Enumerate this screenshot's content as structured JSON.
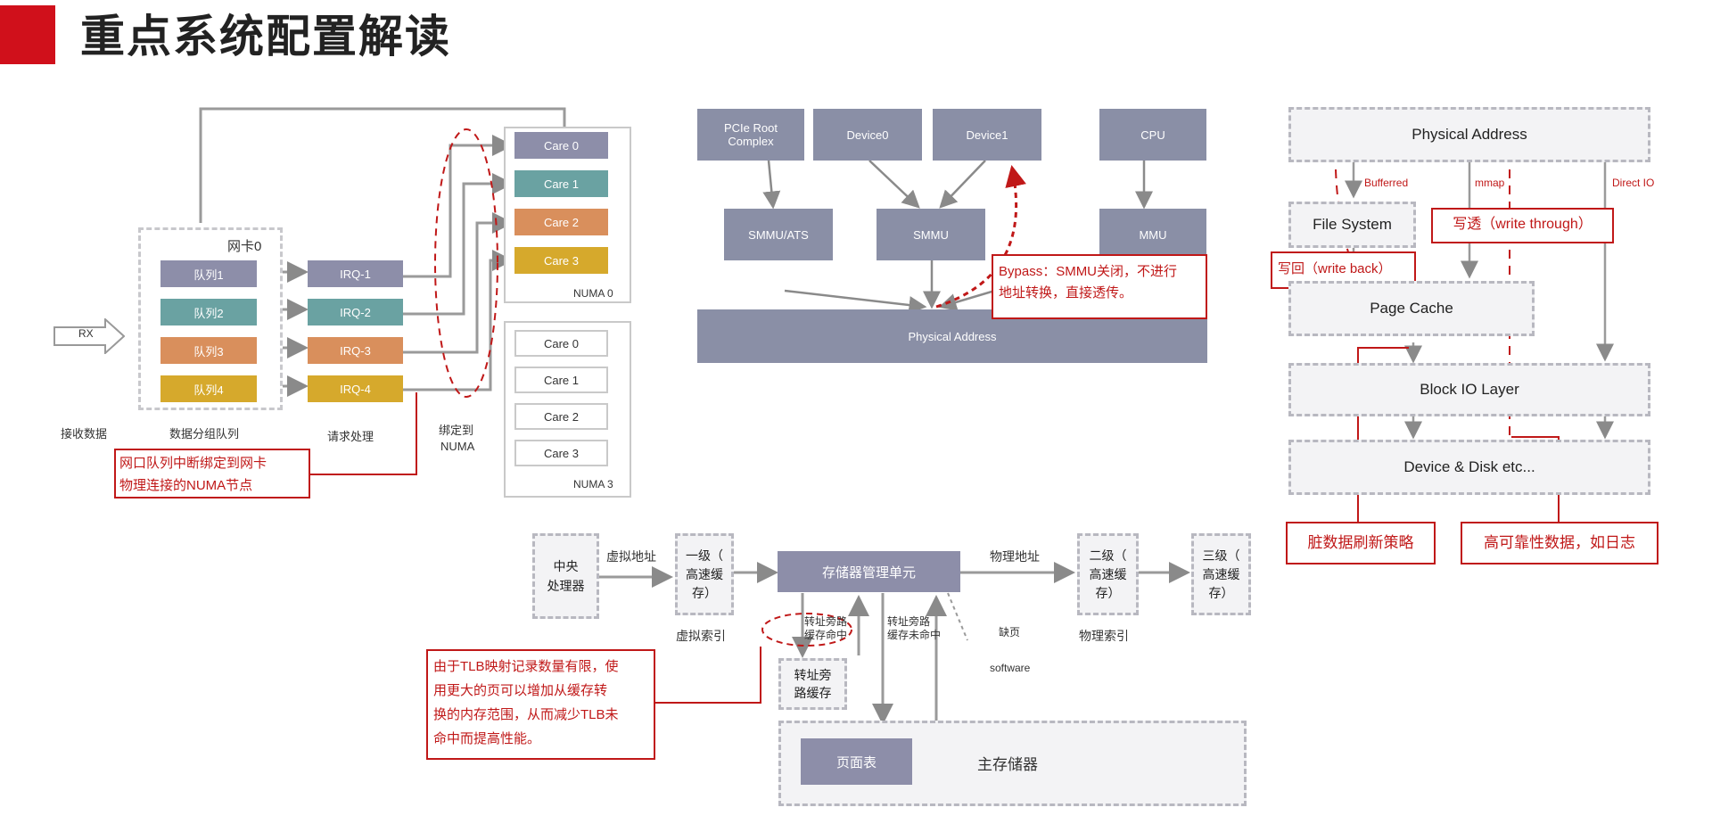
{
  "page": {
    "title": "重点系统配置解读"
  },
  "nic": {
    "card_label": "网卡0",
    "rx": "RX",
    "queues": [
      "队列1",
      "队列2",
      "队列3",
      "队列4"
    ],
    "irqs": [
      "IRQ-1",
      "IRQ-2",
      "IRQ-3",
      "IRQ-4"
    ],
    "numa0_cores": [
      "Care 0",
      "Care 1",
      "Care 2",
      "Care 3"
    ],
    "numa0_label": "NUMA 0",
    "numa3_cores": [
      "Care 0",
      "Care 1",
      "Care 2",
      "Care 3"
    ],
    "numa3_label": "NUMA 3",
    "captions": {
      "recv": "接收数据",
      "group": "数据分组队列",
      "request": "请求处理",
      "bind1": "绑定到",
      "bind2": "NUMA"
    },
    "note1": "网口队列中断绑定到网卡",
    "note2": "物理连接的NUMA节点"
  },
  "iommu": {
    "pcie": "PCIe Root Complex",
    "pcie_line1": "PCIe Root",
    "pcie_line2": "Complex",
    "device0": "Device0",
    "device1": "Device1",
    "cpu": "CPU",
    "smmu_ats": "SMMU/ATS",
    "smmu": "SMMU",
    "mmu": "MMU",
    "physical": "Physical Address",
    "bypass1": "Bypass：SMMU关闭，不进行",
    "bypass2": "地址转换，直接透传。"
  },
  "io": {
    "physical": "Physical Address",
    "buffered": "Bufferred",
    "mmap": "mmap",
    "direct": "Direct IO",
    "filesystem": "File System",
    "write_through": "写透（write through）",
    "write_back": "写回（write back）",
    "page_cache": "Page Cache",
    "block": "Block IO Layer",
    "device": "Device & Disk etc...",
    "dirty": "脏数据刷新策略",
    "reliable": "高可靠性数据，如日志"
  },
  "mem": {
    "cpu1": "中央",
    "cpu2": "处理器",
    "vaddr": "虚拟地址",
    "l1_1": "一级（",
    "l1_2": "高速缓",
    "l1_3": "存）",
    "vindex": "虚拟索引",
    "mmu": "存储器管理单元",
    "paddr": "物理地址",
    "l2_1": "二级（",
    "l2_2": "高速缓",
    "l2_3": "存）",
    "pindex": "物理索引",
    "l3_1": "三级（",
    "l3_2": "高速缓",
    "l3_3": "存）",
    "tlb_hit1": "转址旁路",
    "tlb_hit2": "缓存命中",
    "tlb_miss1": "转址旁路",
    "tlb_miss2": "缓存未命中",
    "page_fault": "缺页",
    "software": "software",
    "tlb1": "转址旁",
    "tlb2": "路缓存",
    "page_table": "页面表",
    "main_mem": "主存储器",
    "note1": "由于TLB映射记录数量有限，使",
    "note2": "用更大的页可以增加从缓存转",
    "note3": "换的内存范围，从而减少TLB未",
    "note4": "命中而提高性能。"
  }
}
